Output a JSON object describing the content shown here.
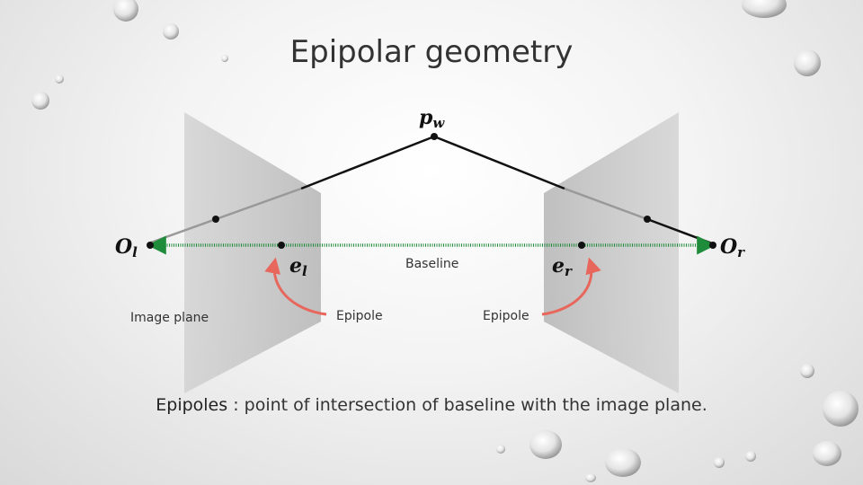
{
  "title": "Epipolar geometry",
  "labels": {
    "pw": "p",
    "pw_sub": "w",
    "ol": "O",
    "ol_sub": "l",
    "or": "O",
    "or_sub": "r",
    "el": "e",
    "el_sub": "l",
    "er": "e",
    "er_sub": "r",
    "baseline": "Baseline",
    "image_plane": "Image plane",
    "epipole_left": "Epipole",
    "epipole_right": "Epipole"
  },
  "caption": {
    "term": "Epipoles",
    "separator": " : ",
    "text": "point of intersection of baseline with the image plane."
  },
  "colors": {
    "baseline": "#1e8c3a",
    "ray": "#111111",
    "arrow": "#e8675d",
    "plane": "#bfbfbf"
  }
}
